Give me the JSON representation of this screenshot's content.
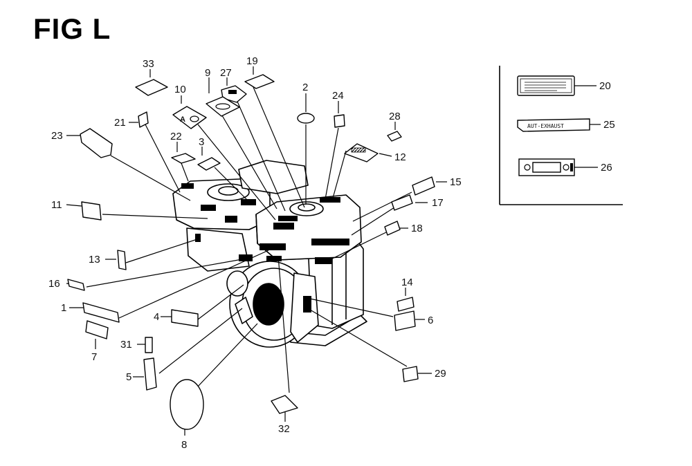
{
  "figure": {
    "title": "FIG L"
  },
  "callouts": [
    "1",
    "2",
    "3",
    "4",
    "5",
    "6",
    "7",
    "8",
    "9",
    "10",
    "11",
    "12",
    "13",
    "14",
    "15",
    "16",
    "17",
    "18",
    "19",
    "20",
    "21",
    "22",
    "23",
    "24",
    "25",
    "26",
    "27",
    "28",
    "29",
    "31",
    "32",
    "33"
  ],
  "inset": {
    "exhaust_tag_text": "AUT-EXHAUST",
    "decal_symbols": "A"
  }
}
